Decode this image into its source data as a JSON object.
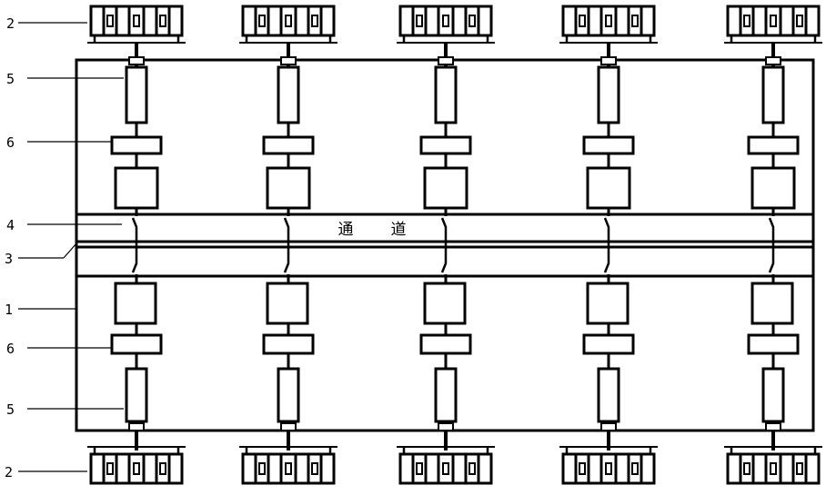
{
  "labels": {
    "top_wheel": "2",
    "top_motor": "5",
    "top_reducer": "6",
    "shaft_joint": "4",
    "channel_wall": "3",
    "frame": "1",
    "bottom_reducer": "6",
    "bottom_motor": "5",
    "bottom_wheel": "2"
  },
  "channel_text": [
    "通",
    "道"
  ],
  "columns": 5,
  "colors": {
    "stroke": "#000000",
    "background": "#ffffff"
  }
}
